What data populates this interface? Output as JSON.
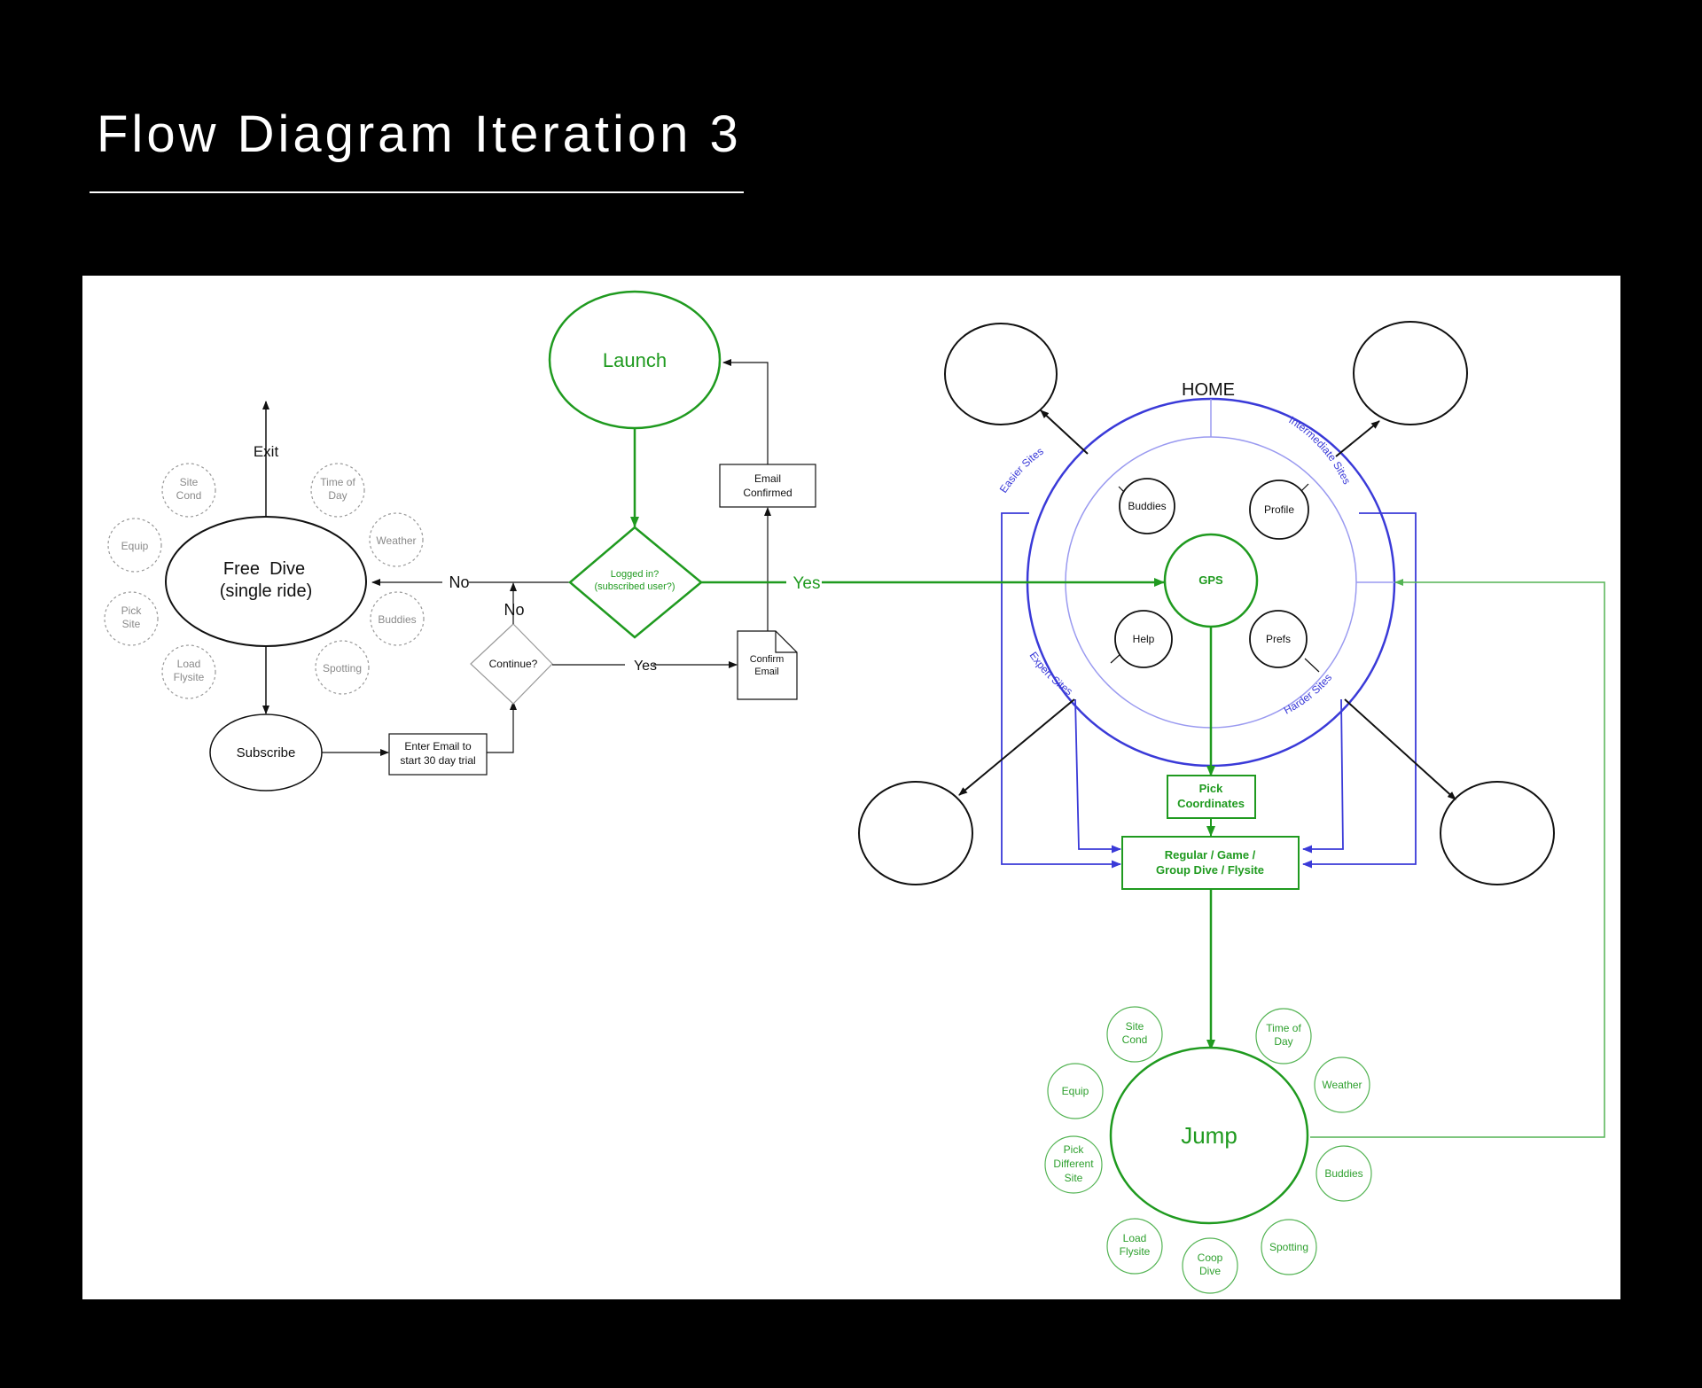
{
  "title": "Flow Diagram Iteration 3",
  "colors": {
    "background": "#000000",
    "canvas": "#ffffff",
    "green": "#1f9a1f",
    "light_green": "#54b454",
    "blue": "#3a3ad8",
    "light_blue": "#9a9af0",
    "black": "#111111",
    "grey": "#8a8a8a"
  },
  "left": {
    "exit": "Exit",
    "free_dive": "Free  Dive",
    "free_dive_sub": "(single ride)",
    "no_left": "No",
    "no_up": "No",
    "subscribe": "Subscribe",
    "enter_email_1": "Enter Email to",
    "enter_email_2": "start 30 day trial",
    "continue": "Continue?",
    "yes_mid": "Yes",
    "options": [
      {
        "l1": "Site",
        "l2": "Cond"
      },
      {
        "l1": "Time of",
        "l2": "Day"
      },
      {
        "l1": "Equip",
        "l2": ""
      },
      {
        "l1": "Weather",
        "l2": ""
      },
      {
        "l1": "Pick",
        "l2": "Site"
      },
      {
        "l1": "Buddies",
        "l2": ""
      },
      {
        "l1": "Load",
        "l2": "Flysite"
      },
      {
        "l1": "Spotting",
        "l2": ""
      }
    ]
  },
  "center": {
    "launch": "Launch",
    "email_confirmed_1": "Email",
    "email_confirmed_2": "Confirmed",
    "logged_in_1": "Logged in?",
    "logged_in_2": "(subscribed user?)",
    "yes": "Yes",
    "confirm_email_1": "Confirm",
    "confirm_email_2": "Email"
  },
  "home": {
    "label": "HOME",
    "gps": "GPS",
    "buddies": "Buddies",
    "profile": "Profile",
    "help": "Help",
    "prefs": "Prefs",
    "easier_sites": "Easier Sites",
    "intermediate_sites": "Intermediate Sites",
    "expert_sites": "Expert Sites",
    "harder_sites": "Harder Sites",
    "pick_coordinates_1": "Pick",
    "pick_coordinates_2": "Coordinates",
    "dive_type_1": "Regular / Game /",
    "dive_type_2": "Group Dive / Flysite"
  },
  "jump": {
    "label": "Jump",
    "options": [
      {
        "l1": "Site",
        "l2": "Cond",
        "l3": ""
      },
      {
        "l1": "Time of",
        "l2": "Day",
        "l3": ""
      },
      {
        "l1": "Equip",
        "l2": "",
        "l3": ""
      },
      {
        "l1": "Weather",
        "l2": "",
        "l3": ""
      },
      {
        "l1": "Pick",
        "l2": "Different",
        "l3": "Site"
      },
      {
        "l1": "Buddies",
        "l2": "",
        "l3": ""
      },
      {
        "l1": "Load",
        "l2": "Flysite",
        "l3": ""
      },
      {
        "l1": "Coop",
        "l2": "Dive",
        "l3": ""
      },
      {
        "l1": "Spotting",
        "l2": "",
        "l3": ""
      }
    ]
  }
}
